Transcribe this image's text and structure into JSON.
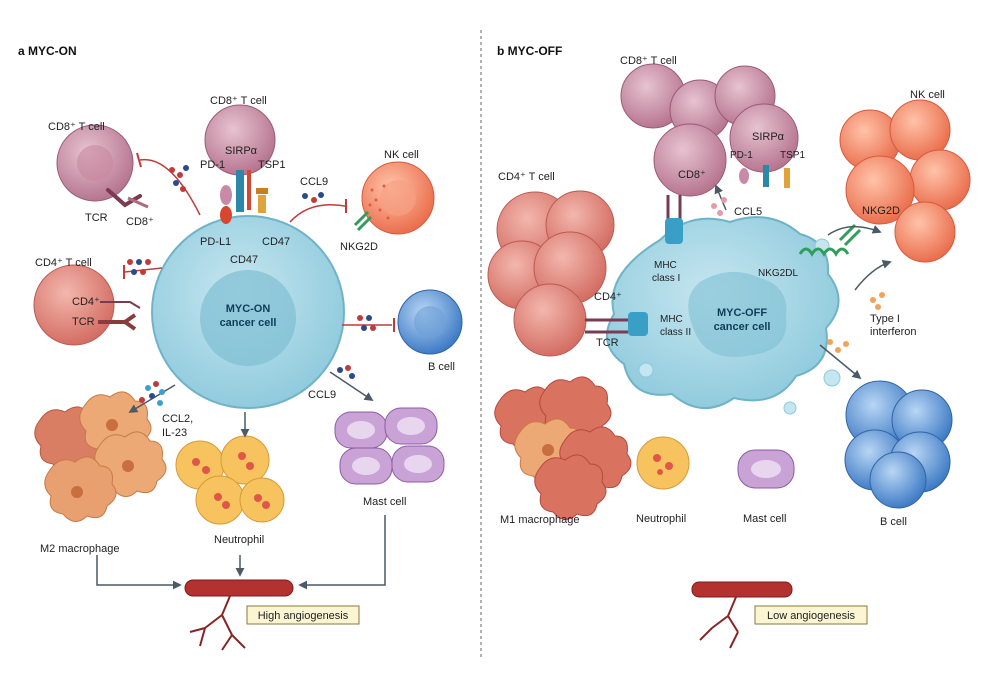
{
  "panel_a": {
    "title": "a  MYC-ON",
    "core_line1": "MYC-ON",
    "core_line2": "cancer cell",
    "cd8_left": "CD8⁺ T cell",
    "cd8_top": "CD8⁺ T cell",
    "cd4": "CD4⁺ T cell",
    "nk": "NK cell",
    "b_cell": "B cell",
    "mast": "Mast cell",
    "m2": "M2 macrophage",
    "neutrophil": "Neutrophil",
    "tcr1": "TCR",
    "cd8_marker": "CD8⁺",
    "cd4_marker": "CD4⁺",
    "tcr2": "TCR",
    "pd1": "PD-1",
    "sirpa": "SIRPα",
    "tsp1": "TSP1",
    "pdl1": "PD-L1",
    "cd47a": "CD47",
    "cd47b": "CD47",
    "ccl9a": "CCL9",
    "nkg2d": "NKG2D",
    "ccl2": "CCL2,",
    "il23": "IL-23",
    "ccl9b": "CCL9",
    "angio": "High angiogenesis"
  },
  "panel_b": {
    "title": "b  MYC-OFF",
    "core_line1": "MYC-OFF",
    "core_line2": "cancer cell",
    "cd8": "CD8⁺ T cell",
    "cd4": "CD4⁺ T cell",
    "nk": "NK cell",
    "cd8_marker": "CD8⁺",
    "ccl5": "CCL5",
    "sirpa": "SIRPα",
    "pd1": "PD-1",
    "tsp1": "TSP1",
    "nkg2d": "NKG2D",
    "nkg2dl": "NKG2DL",
    "mhc1_a": "MHC",
    "mhc1_b": "class I",
    "cd4_marker": "CD4⁺",
    "mhc2_a": "MHC",
    "mhc2_b": "class II",
    "tcr": "TCR",
    "ifn_a": "Type I",
    "ifn_b": "interferon",
    "m1": "M1 macrophage",
    "neutrophil": "Neutrophil",
    "mast": "Mast cell",
    "b_cell": "B cell",
    "angio": "Low angiogenesis"
  },
  "colors": {
    "cancer_fill": "#9fd2e0",
    "cancer_stroke": "#6fb3c9",
    "t_cell": "#c48aa0",
    "cd4_cell": "#e1877d",
    "nk": "#f18c6b",
    "b_cell": "#5b93d1",
    "mast": "#c9a3d6",
    "macrophage": "#e59a6e",
    "neutrophil": "#f6c35e",
    "vessel": "#a52a2a",
    "label_box_fill": "#fbf5d3"
  }
}
